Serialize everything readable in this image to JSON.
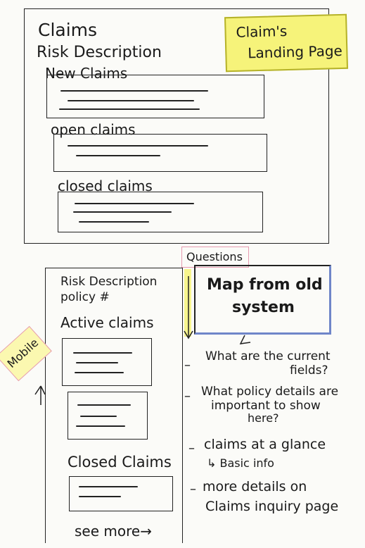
{
  "desktop": {
    "title": "Claims",
    "subtitle": "Risk Description",
    "sticky_note": {
      "line1": "Claim's",
      "line2": "Landing Page"
    },
    "sections": [
      {
        "label": "New Claims"
      },
      {
        "label": "open claims"
      },
      {
        "label": "closed claims"
      }
    ]
  },
  "mobile": {
    "tag": "Mobile",
    "risk_description": "Risk Description",
    "policy": "policy #",
    "active_claims": "Active claims",
    "closed_claims": "Closed Claims",
    "see_more": "see more→"
  },
  "questions": {
    "tag": "Questions",
    "header_line1": "Map from old",
    "header_line2": "system",
    "items": [
      {
        "line1": "What are the current",
        "line2": "fields?"
      },
      {
        "line1": "What policy details are",
        "line2": "important to show",
        "line3": "here?"
      },
      {
        "line1": "claims at a glance",
        "line2": "↳ Basic info"
      },
      {
        "line1": "more details on",
        "line2": "Claims inquiry page"
      }
    ]
  },
  "colors": {
    "highlight_yellow": "#f6f37a",
    "pink_outline": "#e79ab0",
    "blue_outline": "#6f86c9"
  }
}
